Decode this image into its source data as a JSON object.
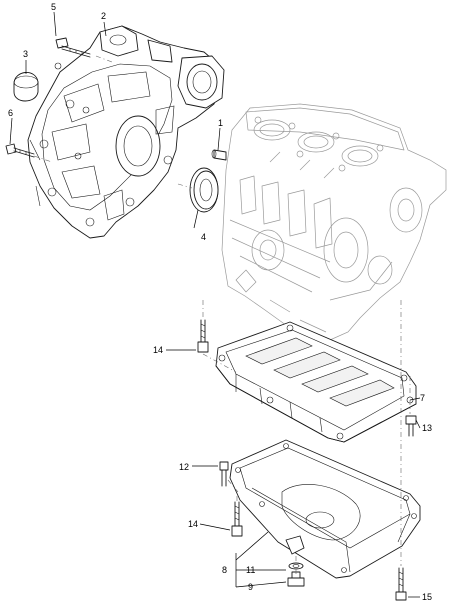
{
  "callouts": {
    "c1": "1",
    "c2": "2",
    "c3": "3",
    "c4": "4",
    "c5": "5",
    "c6": "6",
    "c7": "7",
    "c8": "8",
    "c9": "9",
    "c11": "11",
    "c12": "12",
    "c13": "13",
    "c14a": "14",
    "c14b": "14",
    "c15": "15"
  },
  "colors": {
    "line": "#1a1a1a",
    "ghost_line": "#9a9a9a",
    "background": "#ffffff"
  }
}
